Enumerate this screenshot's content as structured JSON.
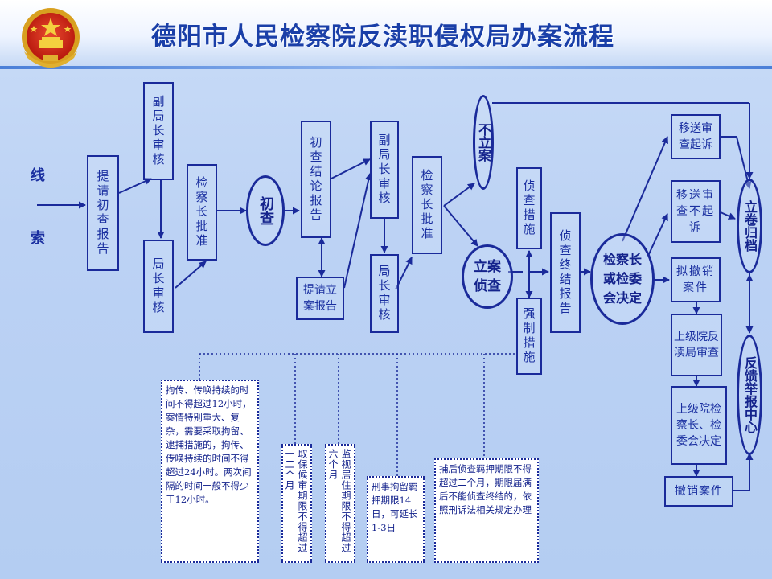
{
  "title": "德阳市人民检察院反渎职侵权局办案流程",
  "emblem": {
    "icon": "national-emblem-icon"
  },
  "colors": {
    "line": "#1a2a9a",
    "text": "#1a2fa0",
    "title": "#1a3fa8"
  },
  "source": {
    "line1": "线",
    "line2": "索"
  },
  "nodes": {
    "request_initial": "提请初查报告",
    "deputy_review_1": "副局长审核",
    "director_review_1": "局长审核",
    "procurator_approve_1": "检察长批准",
    "initial_check": "初查",
    "initial_conclusion": "初查结论报告",
    "request_filing": "提请立案报告",
    "deputy_review_2": "副局长审核",
    "director_review_2": "局长审核",
    "procurator_approve_2": "检察长批准",
    "no_filing": "不立案",
    "file_investigate": "立案侦查",
    "investigation_measures": "侦查措施",
    "coercive_measures": "强制措施",
    "investigation_end": "侦查终结报告",
    "decision": "检察长或检委会决定",
    "transfer_prosecute": "移送审查起诉",
    "no_prosecute": "移送审查不起诉",
    "withdraw_proposal": "拟撤销案件",
    "superior_review": "上级院反渎局审查",
    "superior_decision": "上级院检察长、检委会决定",
    "withdraw_case": "撤销案件",
    "archive": "立卷归档",
    "feedback_center": "反馈举报中心"
  },
  "notes": {
    "summons": "拘传、传唤持续的时间不得超过12小时，案情特别重大、复杂，需要采取拘留、逮捕措施的，拘传、传唤持续的时间不得超过24小时。两次间隔的时间一般不得少于12小时。",
    "bail": "取保候审期限不得超过十二个月",
    "surveillance": "监视居住期限不得超过六个月",
    "detention": "刑事拘留羁押期限14日，可延长1-3日",
    "arrest": "捕后侦查羁押期限不得超过二个月，期限届满后不能侦查终结的，依照刑诉法相关规定办理"
  }
}
